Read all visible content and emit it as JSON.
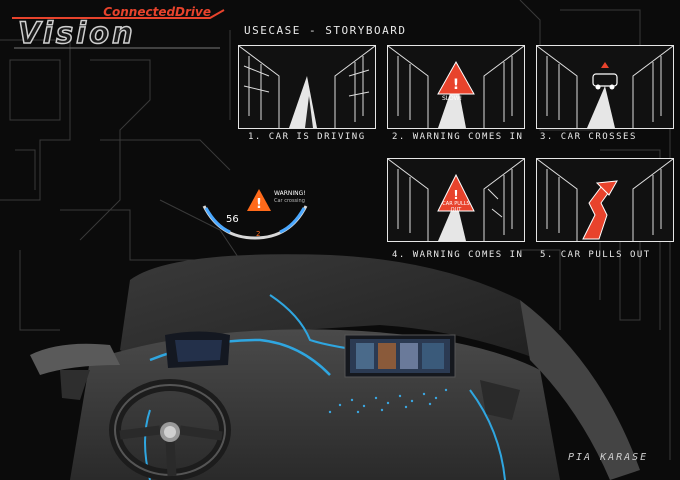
{
  "brand": {
    "logo_sub": "ConnectedDrive",
    "logo_main": "Vision",
    "accent": "#e8432c"
  },
  "storyboard": {
    "title": "USECASE - STORYBOARD",
    "panels": [
      {
        "caption": "1. CAR IS DRIVING"
      },
      {
        "caption": "2. WARNING COMES IN",
        "sign_text": "SLOW!"
      },
      {
        "caption": "3. CAR CROSSES"
      },
      {
        "caption": "4. WARNING COMES IN",
        "sign_text": "CAR PULLS OUT"
      },
      {
        "caption": "5. CAR PULLS OUT"
      }
    ]
  },
  "hud": {
    "warning_title": "WARNING!",
    "warning_sub": "Car crossing",
    "speed": "56",
    "gear": "2",
    "accent": "#ff6a1a"
  },
  "signature": "PIA KARASE"
}
